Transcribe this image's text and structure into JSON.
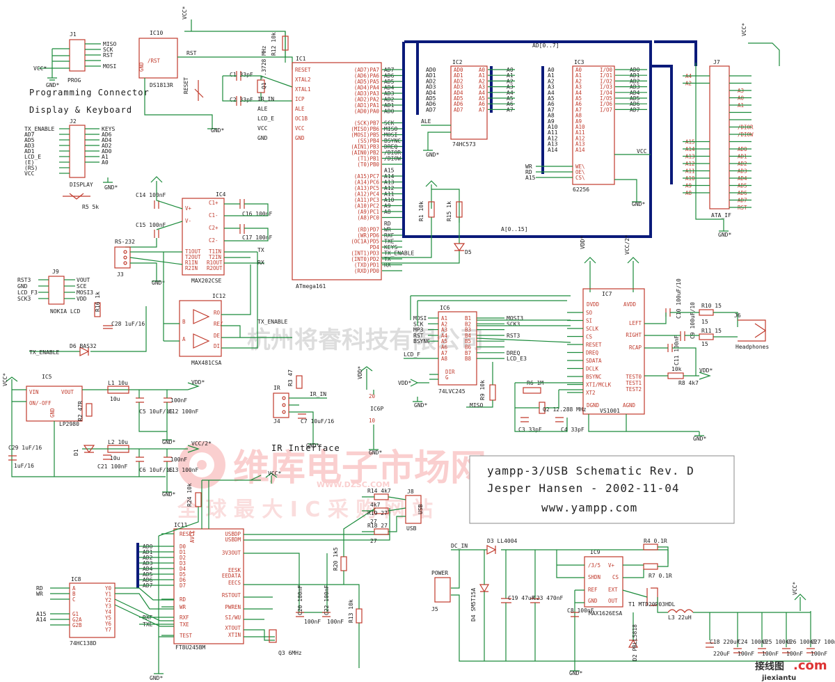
{
  "title_block": {
    "line1": "yampp-3/USB  Schematic Rev. D",
    "line2": "Jesper Hansen - 2002-11-04",
    "line3": "www.yampp.com"
  },
  "section_labels": {
    "programming": "Programming Connector",
    "display": "Display & Keyboard",
    "ir": "IR Interface",
    "headphones": "Headphones"
  },
  "watermarks": {
    "cn_company": "杭州将睿科技有限公司",
    "brand": "维库电子市场网",
    "url": "WWW.DZSC.COM",
    "slogan": "全 球 最 大 I C 采 购 网 站",
    "corner_cn": "接线图",
    "corner_dom": ".com",
    "corner_site": "jiexiantu"
  },
  "components": {
    "ic1": {
      "ref": "IC1",
      "part": "ATmega161"
    },
    "ic2": {
      "ref": "IC2",
      "part": "74HC573"
    },
    "ic3": {
      "ref": "IC3",
      "part": "62256"
    },
    "ic4": {
      "ref": "IC4",
      "part": "MAX202CSE"
    },
    "ic5": {
      "ref": "IC5",
      "part": "LP2980"
    },
    "ic6": {
      "ref": "IC6",
      "part": "74LVC245"
    },
    "ic6p": {
      "ref": "IC6P"
    },
    "ic7": {
      "ref": "IC7",
      "part": "VS1001"
    },
    "ic8": {
      "ref": "IC8",
      "part": "74HC138D"
    },
    "ic9": {
      "ref": "IC9",
      "part": "MAX1626ESA"
    },
    "ic10": {
      "ref": "IC10",
      "part": "DS1813R"
    },
    "ic11": {
      "ref": "IC11",
      "part": "FT8U245BM"
    },
    "ic12": {
      "ref": "IC12",
      "part": "MAX481CSA"
    },
    "j1": {
      "ref": "J1",
      "part": "PROG"
    },
    "j2": {
      "ref": "J2",
      "part": "DISPLAY"
    },
    "j3": {
      "ref": "J3",
      "part": "RS-232"
    },
    "j4": {
      "ref": "J4",
      "part": "IR"
    },
    "j5": {
      "ref": "J5",
      "part": "POWER"
    },
    "j6": {
      "ref": "J6"
    },
    "j7": {
      "ref": "J7",
      "part": "ATA_IF"
    },
    "j8": {
      "ref": "J8",
      "part": "USB"
    },
    "j9": {
      "ref": "J9",
      "part": "NOKIA LCD"
    }
  },
  "ic1_right_pins": [
    "(AD7)PA7",
    "(AD6)PA6",
    "(AD5)PA5",
    "(AD4)PA4",
    "(AD3)PA3",
    "(AD2)PA2",
    "(AD1)PA1",
    "(AD0)PA0",
    "",
    "(SCK)PB7",
    "(MISO)PB6",
    "(MOSI)PB5",
    "(SS)PB4",
    "(AIN1)PB3",
    "(AIN0)PB2",
    "(T1)PB1",
    "(T0)PB0",
    "",
    "(A15)PC7",
    "(A14)PC6",
    "(A13)PC5",
    "(A12)PC4",
    "(A11)PC3",
    "(A10)PC2",
    "(A9)PC1",
    "(A8)PC0",
    "",
    "(RD)PD7",
    "(WR)PD6",
    "(OC1A)PD5",
    "PD4",
    "(INT1)PD3",
    "(INT0)PD2",
    "(TXD)PD1",
    "(RXD)PD0"
  ],
  "ic1_right_nets": [
    "AD7",
    "AD6",
    "AD5",
    "AD4",
    "AD3",
    "AD2",
    "AD1",
    "AD0",
    "",
    "SCK",
    "MISO",
    "MOSI",
    "BSYNC",
    "DREQ",
    "/DIOR",
    "/DIOW",
    "",
    "A15",
    "A14",
    "A13",
    "A12",
    "A11",
    "A10",
    "A9",
    "A8",
    "",
    "RD",
    "WR",
    "RXF",
    "TXE",
    "KEYS",
    "TX_ENABLE",
    "TX",
    "RX"
  ],
  "ic1_left_pins": [
    "RESET",
    "XTAL2",
    "XTAL1",
    "ICP",
    "ALE",
    "OC1B",
    "VCC",
    "GND"
  ],
  "ic1_left_nets": [
    "",
    "",
    "",
    "IR_IN",
    "ALE",
    "LCD_E",
    "VCC",
    "GND"
  ],
  "ic2_left": [
    "AD0",
    "AD1",
    "AD2",
    "AD3",
    "AD4",
    "AD5",
    "AD6",
    "AD7"
  ],
  "ic2_right": [
    "A0",
    "A1",
    "A2",
    "A3",
    "A4",
    "A5",
    "A6",
    "A7"
  ],
  "ic3_left": [
    "A0",
    "A1",
    "A2",
    "A3",
    "A4",
    "A5",
    "A6",
    "A7",
    "A8",
    "A9",
    "A10",
    "A11",
    "A12",
    "A13",
    "A14"
  ],
  "ic3_right": [
    "I/O0",
    "I/O1",
    "I/O2",
    "I/O3",
    "I/O4",
    "I/O5",
    "I/O6",
    "I/O7"
  ],
  "ic3_right_nets": [
    "AD0",
    "AD1",
    "AD2",
    "AD3",
    "AD4",
    "AD5",
    "AD6",
    "AD7"
  ],
  "ic3_ctrl": [
    "WE\\",
    "OE\\",
    "CS\\"
  ],
  "ic3_ctrl_nets": [
    "WR",
    "RD",
    "A15"
  ],
  "j7_left": [
    "A4",
    "A2",
    "",
    "",
    "",
    "",
    "",
    "",
    "",
    "A15",
    "A14",
    "A13",
    "A12",
    "A11",
    "A10",
    "A9",
    "A8"
  ],
  "j7_right": [
    "",
    "",
    "A3",
    "A0",
    "A1",
    "",
    "",
    "/DIOR",
    "/DIOW",
    "",
    "AD0",
    "AD1",
    "AD2",
    "AD3",
    "AD4",
    "AD5",
    "AD6",
    "AD7",
    "RST"
  ],
  "j1_nets": [
    "MISO",
    "SCK",
    "RST",
    "",
    "MOSI"
  ],
  "j2_left": [
    "TX_ENABLE",
    "AD7",
    "AD5",
    "AD3",
    "AD1",
    "LCD_E",
    "(E)",
    "(RS)",
    "VCC"
  ],
  "j2_right": [
    "KEYS",
    "AD6",
    "AD4",
    "AD2",
    "AD0",
    "A1",
    "A0"
  ],
  "j9_left": [
    "RST3",
    "GND",
    "LCD_F3",
    "SCK3"
  ],
  "j9_right": [
    "VOUT",
    "SCE",
    "MOSI3",
    "VDD"
  ],
  "ic6_left": [
    "MOSI",
    "SCK",
    "MP3",
    "RST",
    "BSYNC"
  ],
  "ic6_right": [
    "MOSI3",
    "SCK3",
    "",
    "RST3",
    "",
    "",
    "DREQ",
    "LCD_E3"
  ],
  "ic7_left": [
    "SO",
    "SI",
    "SCLK",
    "CS",
    "RESET",
    "DREQ",
    "SDATA",
    "DCLK",
    "BSYNC",
    "XTI/MCLK",
    "XT2"
  ],
  "ic7_right": [
    "LEFT",
    "RIGHT",
    "RCAP",
    "TEST0",
    "TEST1",
    "TEST2"
  ],
  "ic11_left": [
    "RESET",
    "D0",
    "D1",
    "D2",
    "D3",
    "D4",
    "D5",
    "D6",
    "D7",
    "RD",
    "WR",
    "RXF",
    "TXE",
    "TEST"
  ],
  "ic11_left_nets": [
    "",
    "AD0",
    "AD1",
    "AD2",
    "AD3",
    "AD4",
    "AD5",
    "AD6",
    "AD7",
    "",
    "",
    "RXF",
    "TXE",
    ""
  ],
  "ic11_right": [
    "USBDP",
    "USBDM",
    "3V3OUT",
    "EESK",
    "EEDATA",
    "EECS",
    "RSTOUT",
    "PWREN",
    "SI/WU",
    "XTOUT",
    "XTIN"
  ],
  "ic8_left": [
    "A",
    "B",
    "C",
    "G1",
    "G2A",
    "G2B"
  ],
  "ic8_left_nets": [
    "RD",
    "WR",
    "",
    "A15",
    "A14",
    ""
  ],
  "ic8_right": [
    "Y0",
    "Y1",
    "Y2",
    "Y3",
    "Y4",
    "Y5",
    "Y6",
    "Y7"
  ],
  "passives": {
    "r12": "R12 10k",
    "q1": "Q1 7.3728 MHz",
    "c1": "C1 33pF",
    "c2": "C2 33pF",
    "r5": "R5 5k",
    "c14": "C14 100nF",
    "c15": "C15 100nF",
    "c16": "C16 100nF",
    "c17": "C17 100nF",
    "r1": "R1 10k",
    "r15": "R15 1k",
    "d5": "D5",
    "r16": "R16 1k",
    "c28": "C28 1uF/16",
    "d6": "D6 BAS32",
    "l1": "L1 10u",
    "c5": "C5 10uF/16",
    "c12": "C12 100nF",
    "l2": "L2 10u",
    "c6": "C6 10uF/16",
    "c13": "C13 100nF",
    "c29": "C29 1uF/16",
    "r2": "R2 47R",
    "d1": "D1",
    "c21": "C21 100nF",
    "r3": "R3 47",
    "c7": "C7 10uF/16",
    "r24": "R24 10k",
    "r14": "R14 4k7",
    "r19": "R19 27",
    "r18": "R18 27",
    "r20": "R20 1k5",
    "r13": "R13 10k",
    "c20": "C20 100nF",
    "c22": "C22 100nF",
    "q3": "Q3 6MHz",
    "r6": "R6 1M",
    "q2": "Q2 12.288 MHz",
    "c3": "C3 33pF",
    "c4": "C4 33pF",
    "r8": "R8 4k7",
    "c10": "C10 100uF/10",
    "c9": "C9 100uF/10",
    "c11": "C11 100nF",
    "r10": "R10 15",
    "r11": "R11 15",
    "r9": "R9 10k",
    "d3": "D3 LL4004",
    "d4": "D4 SM5T15A",
    "c19": "C19 47uF",
    "c23": "C23 470nF",
    "c8": "C8 100nF",
    "r4": "R4 0.1R",
    "r7": "R7 0.1R",
    "t1": "T1 MTD20P03HDL",
    "l3": "L3 22uH",
    "d2": "D2 PRLL5818",
    "c18": "C18 220uF",
    "c24": "C24 100nF",
    "c25": "C25 100nF",
    "c26": "C26 100nF",
    "c27": "C27 100nF"
  },
  "power": {
    "vcc": "VCC*",
    "vdd": "VDD*",
    "vcc2": "VCC/2*",
    "gnd": "GND*",
    "vin": "VIN",
    "vout": "VOUT",
    "dcin": "DC_IN"
  },
  "bus_labels": {
    "ad": "AD[0..7]",
    "a": "A[0..15]"
  },
  "colors": {
    "wire": "#1a8a3a",
    "part": "#c0392b",
    "bus": "#0a1a7a",
    "ink": "#1a1a1a"
  }
}
